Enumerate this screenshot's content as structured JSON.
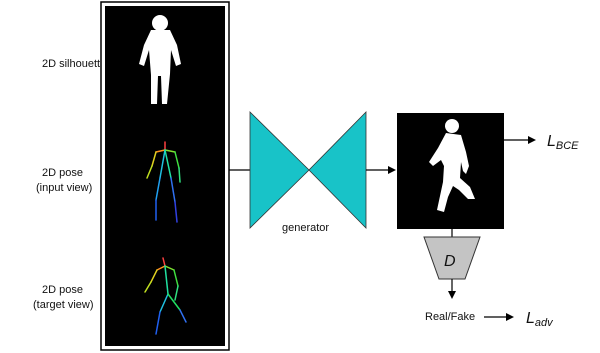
{
  "labels": {
    "silhouette": "2D silhouette",
    "pose_input_1": "2D pose",
    "pose_input_2": "(input view)",
    "pose_target_1": "2D pose",
    "pose_target_2": "(target view)",
    "generator": "generator",
    "discriminator": "D",
    "real_fake": "Real/Fake",
    "loss_bce_main": "L",
    "loss_bce_sub": "BCE",
    "loss_adv_main": "L",
    "loss_adv_sub": "adv"
  },
  "colors": {
    "generator": "#18c3c8",
    "discriminator": "#c4c4c4",
    "panel": "#000000",
    "silhouette": "#ffffff"
  }
}
